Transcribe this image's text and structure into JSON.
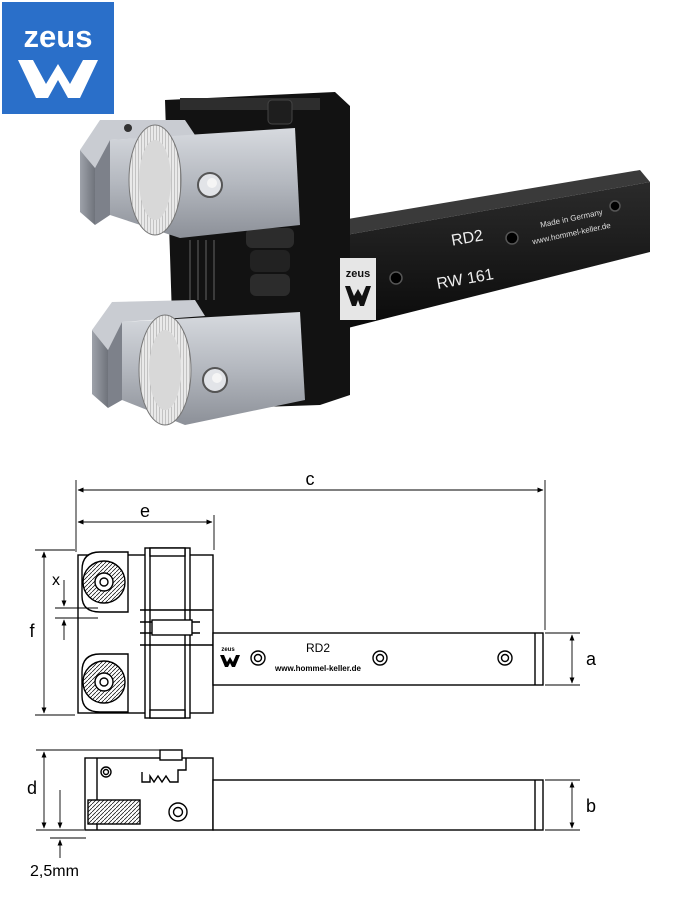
{
  "logo": {
    "text": "zeus",
    "color_bg": "#2a6fc9",
    "color_fg": "#ffffff"
  },
  "product_photo": {
    "model": "RD2",
    "article": "RW 161",
    "made_in": "Made in Germany",
    "url": "www.hommel-keller.de",
    "brand": "zeus"
  },
  "dimensions": {
    "c": "c",
    "e": "e",
    "x": "x",
    "f": "f",
    "a": "a",
    "d": "d",
    "b": "b",
    "offset": "2,5mm"
  },
  "drawing_labels": {
    "model": "RD2",
    "url": "www.hommel-keller.de",
    "brand": "zeus"
  },
  "colors": {
    "metal_dark": "#141414",
    "steel": "#b8bcc4",
    "line": "#000000"
  }
}
